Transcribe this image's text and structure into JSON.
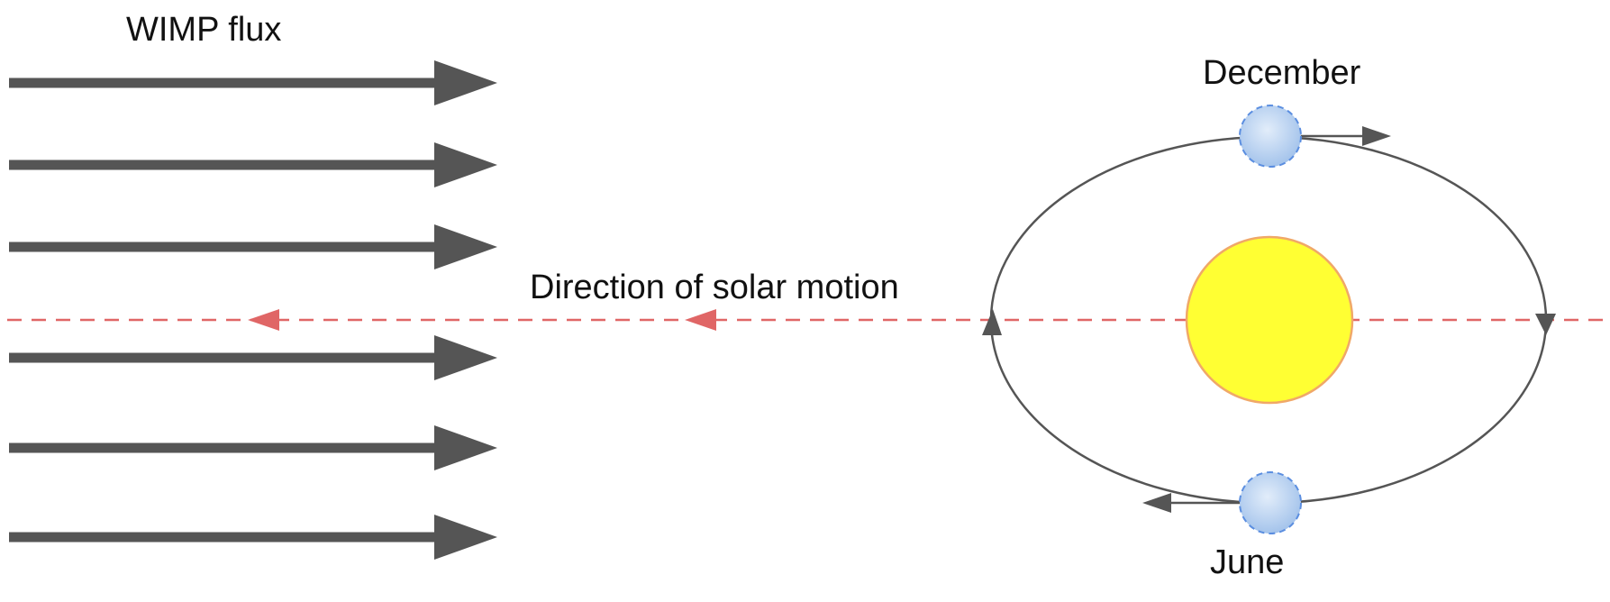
{
  "labels": {
    "flux": "WIMP flux",
    "solar_motion": "Direction of solar motion",
    "december": "December",
    "june": "June"
  },
  "colors": {
    "flux_arrow": "#555555",
    "solar_motion_line": "#e06666",
    "orbit": "#555555",
    "sun_fill": "#ffff33",
    "sun_outline": "#f0a868",
    "earth_fill": "#b4cfee",
    "earth_outline": "#5b8ee0",
    "background": "#ffffff"
  },
  "icons": {
    "sun": "sun-icon",
    "earth": "earth-icon"
  }
}
